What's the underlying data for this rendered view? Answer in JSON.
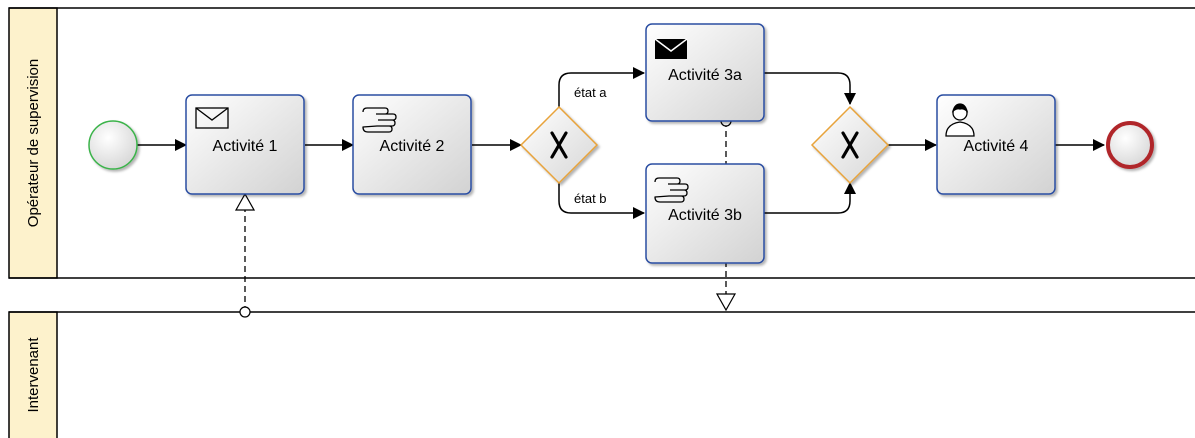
{
  "pools": [
    {
      "label": "Opérateur de supervision"
    },
    {
      "label": "Intervenant"
    }
  ],
  "tasks": {
    "t1": {
      "label": "Activité 1",
      "icon": "envelope-icon"
    },
    "t2": {
      "label": "Activité 2",
      "icon": "manual-hand-icon"
    },
    "t3a": {
      "label": "Activité 3a",
      "icon": "envelope-filled-icon"
    },
    "t3b": {
      "label": "Activité 3b",
      "icon": "manual-hand-icon"
    },
    "t4": {
      "label": "Activité 4",
      "icon": "user-icon"
    }
  },
  "flows": {
    "state_a": "état a",
    "state_b": "état b"
  },
  "colors": {
    "task_stroke": "#2b4ea2",
    "gateway_stroke": "#e8a33a",
    "start_stroke": "#3ab34a",
    "end_stroke": "#b0262b",
    "lane_header_fill": "#fdf2cc"
  }
}
